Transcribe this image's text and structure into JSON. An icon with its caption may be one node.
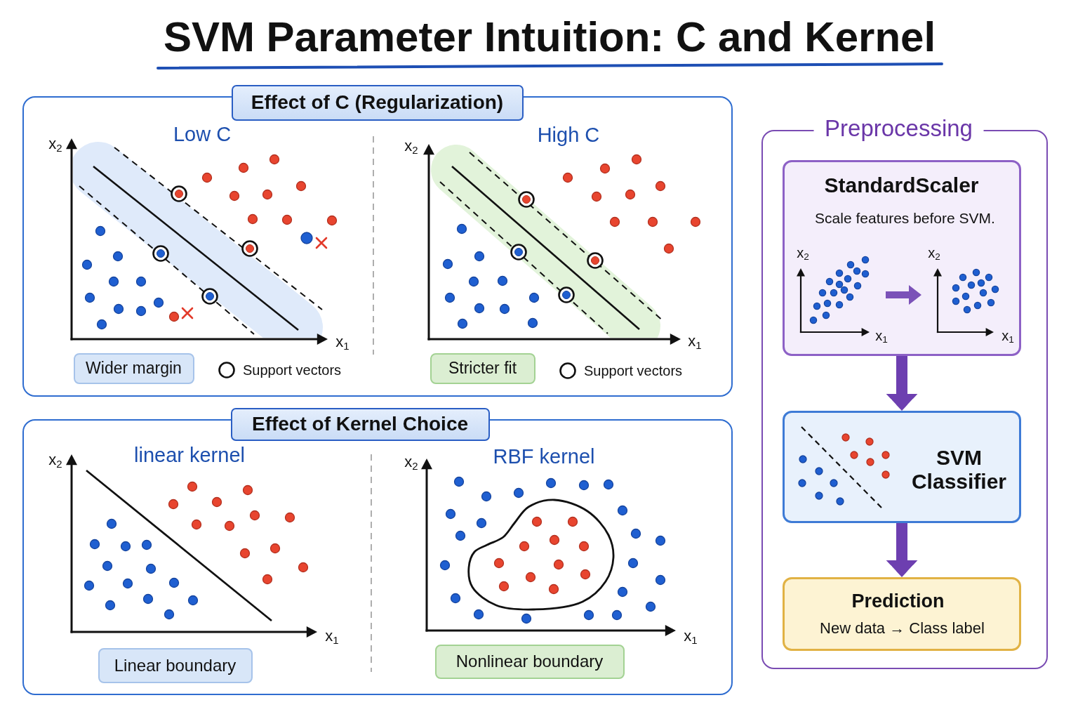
{
  "diagram": {
    "title": "SVM Parameter Intuition: C and Kernel",
    "nodes": [
      {
        "text": [
          "Effect of C (Regularization)"
        ]
      },
      {
        "text": [
          "Wider margin"
        ],
        "in": 0
      },
      {
        "text": [
          "Stricter fit"
        ],
        "in": 0
      },
      {
        "text": [
          "Effect of Kernel Choice"
        ]
      },
      {
        "text": [
          "Linear boundary"
        ],
        "in": 3
      },
      {
        "text": [
          "Nonlinear boundary"
        ],
        "in": 3
      },
      {
        "text": [
          "Preprocessing"
        ]
      },
      {
        "text": [
          "StandardScaler",
          "Scale features before SVM."
        ],
        "in": 6
      },
      {
        "text": [
          "SVM Classifier"
        ],
        "in": 6
      },
      {
        "text": [
          "Prediction",
          "New data → Class label"
        ],
        "in": 6
      }
    ],
    "edges": [
      {
        "from": 7,
        "to": 8,
        "arrow": "to"
      },
      {
        "from": 8,
        "to": 9,
        "arrow": "to"
      }
    ],
    "labels": [
      "Low C",
      "x$_{2}$",
      "x$_{1}$",
      "High C",
      "x$_{2}$",
      "x$_{1}$",
      "linear kernel",
      "x$_{2}$",
      "x$_{1}$",
      "RBF kernel",
      "x$_{2}$",
      "x$_{1}$",
      "x$_{2}$",
      "x$_{1}$",
      "x$_{2}$",
      "x$_{1}$"
    ],
    "legend": [
      {
        "text": "Support vectors"
      },
      {
        "text": "Support vectors"
      }
    ]
  }
}
